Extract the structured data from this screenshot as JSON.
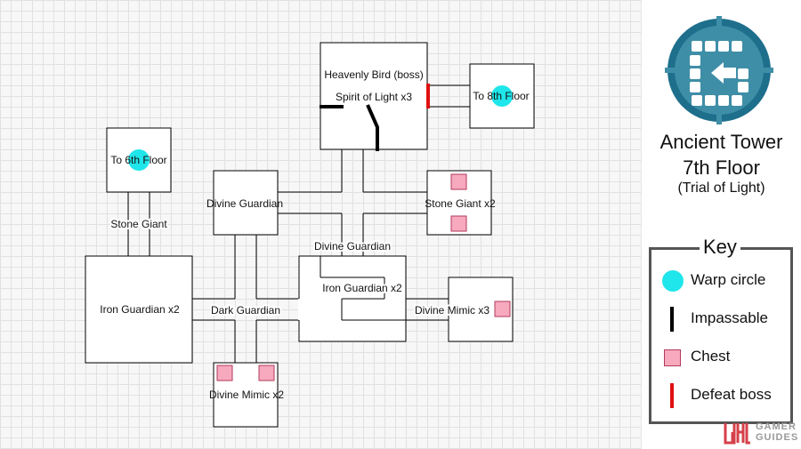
{
  "map": {
    "room_labels": {
      "heavenly_bird": "Heavenly Bird (boss)",
      "spirit_of_light": "Spirit of Light x3",
      "to_8th_floor": "To 8th Floor",
      "to_6th_floor": "To 6th Floor",
      "divine_guardian_1": "Divine Guardian",
      "stone_giant_x2": "Stone Giant x2",
      "stone_giant": "Stone Giant",
      "divine_guardian_2": "Divine Guardian",
      "iron_guardian_x2_big": "Iron Guardian x2",
      "iron_guardian_x2_center": "Iron Guardian x2",
      "dark_guardian": "Dark Guardian",
      "divine_mimic_x3": "Divine Mimic x3",
      "divine_mimic_x2": "Divine Mimic x2"
    }
  },
  "sidebar": {
    "title_line1": "Ancient Tower",
    "title_line2": "7th Floor",
    "subtitle": "(Trial of Light)",
    "key": {
      "heading": "Key",
      "items": [
        {
          "icon": "warp-circle-icon",
          "label": "Warp circle",
          "color": "#1fe6ea"
        },
        {
          "icon": "impassable-wall-icon",
          "label": "Impassable",
          "color": "#000000"
        },
        {
          "icon": "chest-icon",
          "label": "Chest",
          "color": "#f7a9bd"
        },
        {
          "icon": "boss-gate-icon",
          "label": "Defeat boss",
          "color": "#e01010"
        }
      ]
    },
    "brand": {
      "line1": "GAMER",
      "line2": "GUIDES"
    }
  },
  "colors": {
    "logo_blue": "#3f8ea7",
    "logo_ring": "#1e6f8c",
    "warp": "#1fe6ea",
    "chest": "#f7a9bd",
    "boss_gate": "#e01010"
  }
}
